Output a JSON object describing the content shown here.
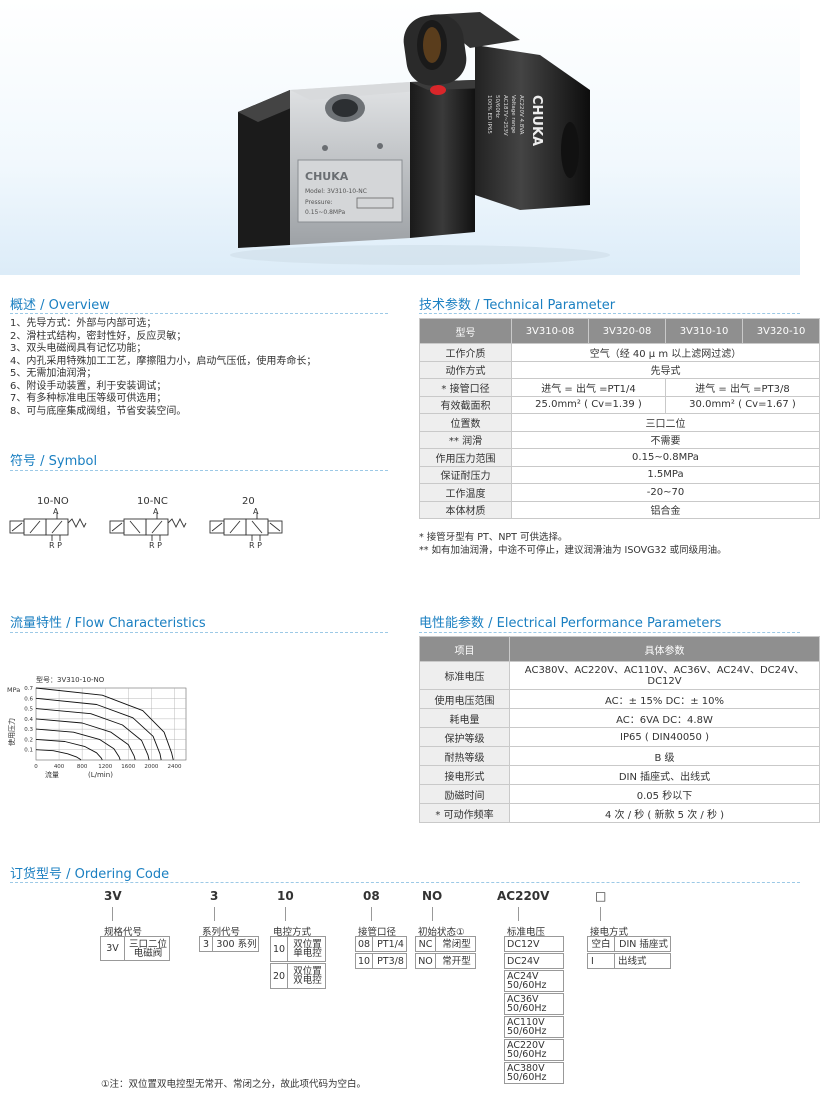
{
  "product": {
    "brand": "CHUKA",
    "model_plate": "Model: 3V310-10-NC",
    "pressure_plate": "Pressure:",
    "pressure_range": "0.15~0.8MPa",
    "coil_lines": [
      "AC220V  4.8VA",
      "Voltage range",
      "AC187V~253V",
      "50/60Hz",
      "100% ED  IP65"
    ]
  },
  "overview": {
    "title": "概述 / Overview",
    "items": [
      "1、先导方式：外部与内部可选；",
      "2、滑柱式结构，密封性好，反应灵敏；",
      "3、双头电磁阀具有记忆功能；",
      "4、内孔采用特殊加工工艺，摩擦阻力小，启动气压低，使用寿命长；",
      "5、无需加油润滑；",
      "6、附设手动装置，利于安装调试；",
      "7、有多种标准电压等级可供选用；",
      "8、可与底座集成阀组，节省安装空间。"
    ]
  },
  "symbol": {
    "title": "符号 / Symbol",
    "types": [
      "10-NO",
      "10-NC",
      "20"
    ],
    "port_a": "A",
    "port_rp": "R P"
  },
  "tech": {
    "title": "技术参数 / Technical Parameter",
    "header": [
      "型号",
      "3V310-08",
      "3V320-08",
      "3V310-10",
      "3V320-10"
    ],
    "rows": [
      {
        "label": "工作介质",
        "cells": [
          "空气（经 40 μ m 以上滤网过滤）"
        ]
      },
      {
        "label": "动作方式",
        "cells": [
          "先导式"
        ]
      },
      {
        "label": "* 接管口径",
        "cells": [
          "进气 = 出气 =PT1/4",
          "进气 = 出气 =PT3/8"
        ]
      },
      {
        "label": "有效截面积",
        "cells": [
          "25.0mm² ( Cv=1.39 )",
          "30.0mm² ( Cv=1.67 )"
        ]
      },
      {
        "label": "位置数",
        "cells": [
          "三口二位"
        ]
      },
      {
        "label": "** 润滑",
        "cells": [
          "不需要"
        ]
      },
      {
        "label": "作用压力范围",
        "cells": [
          "0.15~0.8MPa"
        ]
      },
      {
        "label": "保证耐压力",
        "cells": [
          "1.5MPa"
        ]
      },
      {
        "label": "工作温度",
        "cells": [
          "-20~70"
        ]
      },
      {
        "label": "本体材质",
        "cells": [
          "铝合金"
        ]
      }
    ],
    "notes": [
      "* 接管牙型有 PT、NPT 可供选择。",
      "** 如有加油润滑，中途不可停止，建议润滑油为 ISOVG32 或同级用油。"
    ]
  },
  "flow": {
    "title": "流量特性 / Flow Characteristics",
    "model_label": "型号：3V310-10-NO",
    "y_unit": "MPa",
    "y_label": "使用压力",
    "x_label": "流量",
    "x_unit": "(L/min)"
  },
  "chart_data": {
    "type": "line",
    "title": "型号：3V310-10-NO",
    "xlabel": "流量 (L/min)",
    "ylabel": "使用压力 MPa",
    "xlim": [
      0,
      2600
    ],
    "ylim": [
      0,
      0.7
    ],
    "x_ticks": [
      0,
      400,
      800,
      1200,
      1600,
      2000,
      2400
    ],
    "y_ticks": [
      0.1,
      0.2,
      0.3,
      0.4,
      0.5,
      0.6,
      0.7
    ],
    "x_tick_labels": [
      "0",
      "400",
      "800",
      "1200",
      "1600",
      "2000",
      "2400"
    ],
    "y_tick_labels": [
      "0.1",
      "0.2",
      "0.3",
      "0.4",
      "0.5",
      "0.6",
      "0.7"
    ],
    "grid": true,
    "series": [
      {
        "supply": 0.1,
        "x": [
          0,
          300,
          550,
          700,
          760,
          780
        ],
        "y": [
          0.1,
          0.09,
          0.06,
          0.03,
          0.01,
          0
        ]
      },
      {
        "supply": 0.2,
        "x": [
          0,
          500,
          850,
          1050,
          1130,
          1150
        ],
        "y": [
          0.2,
          0.18,
          0.13,
          0.07,
          0.02,
          0
        ]
      },
      {
        "supply": 0.3,
        "x": [
          0,
          650,
          1100,
          1350,
          1440,
          1460
        ],
        "y": [
          0.3,
          0.27,
          0.2,
          0.11,
          0.03,
          0
        ]
      },
      {
        "supply": 0.4,
        "x": [
          0,
          800,
          1300,
          1600,
          1700,
          1720
        ],
        "y": [
          0.4,
          0.36,
          0.27,
          0.15,
          0.04,
          0
        ]
      },
      {
        "supply": 0.5,
        "x": [
          0,
          950,
          1500,
          1830,
          1940,
          1960
        ],
        "y": [
          0.5,
          0.45,
          0.34,
          0.19,
          0.05,
          0
        ]
      },
      {
        "supply": 0.6,
        "x": [
          0,
          1050,
          1680,
          2030,
          2150,
          2170
        ],
        "y": [
          0.6,
          0.54,
          0.41,
          0.23,
          0.06,
          0
        ]
      },
      {
        "supply": 0.7,
        "x": [
          0,
          1150,
          1850,
          2220,
          2350,
          2380
        ],
        "y": [
          0.7,
          0.63,
          0.48,
          0.27,
          0.07,
          0
        ]
      }
    ]
  },
  "electrical": {
    "title": "电性能参数 / Electrical Performance Parameters",
    "header": [
      "项目",
      "具体参数"
    ],
    "rows": [
      {
        "label": "标准电压",
        "value": "AC380V、AC220V、AC110V、AC36V、AC24V、DC24V、",
        "value2": "DC12V"
      },
      {
        "label": "使用电压范围",
        "value": "AC：± 15%  DC：± 10%"
      },
      {
        "label": "耗电量",
        "value": "AC：6VA  DC：4.8W"
      },
      {
        "label": "保护等级",
        "value": "IP65 ( DIN40050 )"
      },
      {
        "label": "耐热等级",
        "value": "B 级"
      },
      {
        "label": "接电形式",
        "value": "DIN 插座式、出线式"
      },
      {
        "label": "励磁时间",
        "value": "0.05 秒以下"
      },
      {
        "label": "* 可动作频率",
        "value": "4 次 / 秒 ( 新款 5 次 / 秒 )"
      }
    ]
  },
  "ordering": {
    "title": "订货型号 / Ordering Code",
    "codes": [
      "3V",
      "3",
      "10",
      "08",
      "NO",
      "AC220V",
      "□"
    ],
    "spec": {
      "label": "规格代号",
      "code": "3V",
      "desc1": "三口二位",
      "desc2": "电磁阀"
    },
    "series": {
      "label": "系列代号",
      "code": "3",
      "desc": "300 系列"
    },
    "control": {
      "label": "电控方式",
      "rows": [
        {
          "code": "10",
          "d1": "双位置",
          "d2": "单电控"
        },
        {
          "code": "20",
          "d1": "双位置",
          "d2": "双电控"
        }
      ]
    },
    "port": {
      "label": "接管口径",
      "rows": [
        {
          "code": "08",
          "desc": "PT1/4"
        },
        {
          "code": "10",
          "desc": "PT3/8"
        }
      ]
    },
    "initial": {
      "label": "初始状态①",
      "rows": [
        {
          "code": "NC",
          "desc": "常闭型"
        },
        {
          "code": "NO",
          "desc": "常开型"
        }
      ]
    },
    "voltage": {
      "label": "标准电压",
      "rows": [
        [
          "DC12V"
        ],
        [
          "DC24V"
        ],
        [
          "AC24V",
          "50/60Hz"
        ],
        [
          "AC36V",
          "50/60Hz"
        ],
        [
          "AC110V",
          "50/60Hz"
        ],
        [
          "AC220V",
          "50/60Hz"
        ],
        [
          "AC380V",
          "50/60Hz"
        ]
      ]
    },
    "wiring": {
      "label": "接电方式",
      "rows": [
        {
          "code": "空白",
          "desc": "DIN 插座式"
        },
        {
          "code": "I",
          "desc": "出线式"
        }
      ]
    },
    "note": "①注：双位置双电控型无常开、常闭之分，故此项代码为空白。"
  },
  "colors": {
    "accent": "#1a7fc1",
    "table_header": "#8f8f8f",
    "label_bg": "#eeeeee"
  }
}
